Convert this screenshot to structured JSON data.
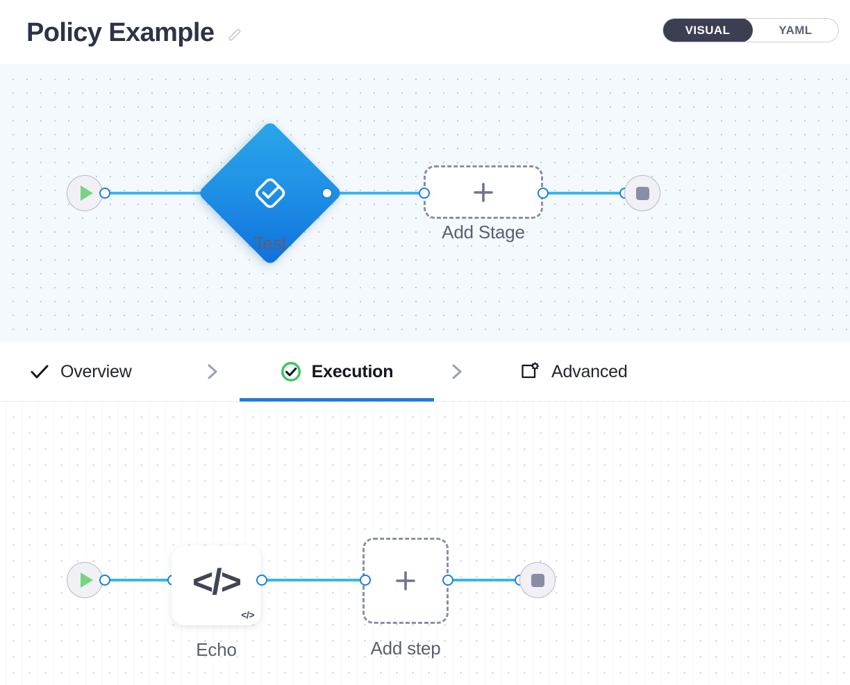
{
  "header": {
    "title": "Policy Example",
    "edit_icon": "pencil-icon",
    "mode_toggle": {
      "active": "VISUAL",
      "options": [
        "VISUAL",
        "YAML"
      ],
      "visual_label": "VISUAL",
      "yaml_label": "YAML"
    }
  },
  "colors": {
    "accent_blue": "#1b7fd4",
    "edge_blue": "#38b6f0",
    "stage_blue": "#2092e6",
    "success_green": "#3ac662",
    "play_green": "#78d483",
    "toggle_dark": "#3b3f51",
    "dashed_gray": "#8a8fa6",
    "canvas_top_bg": "#f3f9fc",
    "canvas_bottom_bg": "#ffffff"
  },
  "pipeline_canvas": {
    "start_node": {
      "name": "start",
      "icon": "play-icon"
    },
    "end_node": {
      "name": "end",
      "icon": "stop-icon"
    },
    "stage": {
      "label": "Test",
      "icon": "stage-check-icon"
    },
    "add_stage": {
      "label": "Add Stage",
      "icon": "plus-icon"
    }
  },
  "tabs": [
    {
      "label": "Overview",
      "icon": "check-icon",
      "active": false
    },
    {
      "label": "Execution",
      "icon": "check-circle-green-icon",
      "active": true
    },
    {
      "label": "Advanced",
      "icon": "box-gear-icon",
      "active": false
    }
  ],
  "tab_separator_icon": "chevron-right-icon",
  "execution_canvas": {
    "start_node": {
      "name": "start",
      "icon": "play-icon"
    },
    "end_node": {
      "name": "end",
      "icon": "stop-icon"
    },
    "step": {
      "label": "Echo",
      "icon": "code-icon",
      "badge": "</>",
      "main_glyph": "</>"
    },
    "add_step": {
      "label": "Add step",
      "icon": "plus-icon"
    }
  }
}
